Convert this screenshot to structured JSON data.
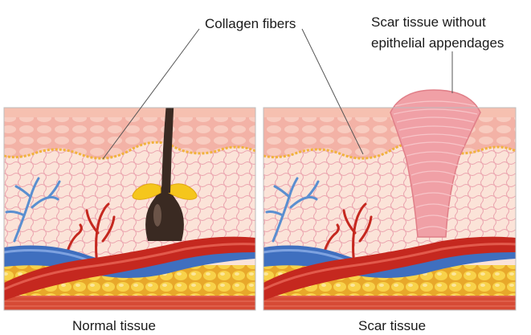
{
  "labels": {
    "collagen_fibers": "Collagen fibers",
    "scar_tissue_line1": "Scar tissue without",
    "scar_tissue_line2": "epithelial appendages"
  },
  "captions": {
    "normal": "Normal tissue",
    "scar": "Scar tissue"
  },
  "colors": {
    "epidermis": "#f3b2a6",
    "epidermis_cells": "#f7c9bd",
    "basement_line": "#f1b23c",
    "dermis": "#fbe1d6",
    "collagen_mesh": "#e89aa8",
    "artery": "#c5281f",
    "vein": "#3f6fbf",
    "nerve": "#5a8fd0",
    "fat": "#f6c93a",
    "muscle": "#d74733",
    "hair": "#3a2a22",
    "sebaceous_gland": "#f5c61c",
    "scar": "#f0a0a6"
  }
}
